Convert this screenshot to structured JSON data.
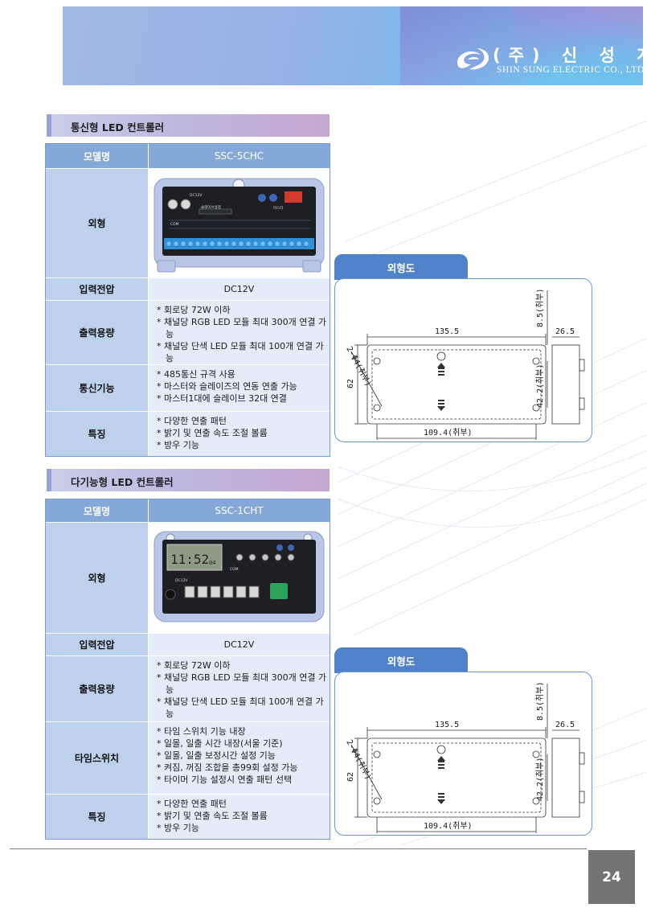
{
  "header": {
    "company_ko": "(주) 신 성 계 전",
    "company_en": "SHIN SUNG ELECTRIC CO., LTD",
    "logo_icon": "ss-logo"
  },
  "sections": [
    {
      "title": "통신형 LED 컨트롤러",
      "rows": {
        "model_label": "모델명",
        "model_value": "SSC-5CHC",
        "appearance_label": "외형",
        "voltage_label": "입력전압",
        "voltage_value": "DC12V",
        "output_label": "출력용량",
        "output_items": [
          "회로당 72W 이하",
          "채널당 RGB LED 모듈 최대 300개 연결 가능",
          "채널당 단색 LED 모듈 최대 100개 연결 가능"
        ],
        "comm_label": "통신기능",
        "comm_items": [
          "485통신 규격 사용",
          "마스터와 슬레이즈의 연동 연출 가능",
          "마스터1대에 슬레이브 32대 연결"
        ],
        "feature_label": "특징",
        "feature_items": [
          "다양한 연출 패턴",
          "밝기 및 연출 속도 조절 볼륨",
          "방우 기능"
        ]
      },
      "device_labels": {
        "model_print": "DC12V",
        "slave_label": "슬레이브설정",
        "master_label": "마스터",
        "com_label": "COM"
      }
    },
    {
      "title": "다기능형 LED 컨트롤러",
      "rows": {
        "model_label": "모델명",
        "model_value": "SSC-1CHT",
        "appearance_label": "외형",
        "voltage_label": "입력전압",
        "voltage_value": "DC12V",
        "output_label": "출력용량",
        "output_items": [
          "회로당 72W 이하",
          "채널당 RGB LED 모듈 최대 300개 연결 가능",
          "채널당 단색 LED 모듈 최대 100개 연결 가능"
        ],
        "timer_label": "타임스위치",
        "timer_items": [
          "타임 스위치 기능 내장",
          "일몰, 일출 시간 내장(서울 기준)",
          "일몰, 일출 보정시간 설정 기능",
          "켜짐, 꺼짐 조합을 총99회 설정 가능",
          "타이머 기능 설정시 연출 패턴 선택"
        ],
        "feature_label": "특징",
        "feature_items": [
          "다양한 연출 패턴",
          "밝기 및 연출 속도 조절 볼륨",
          "방우 기능"
        ]
      },
      "device_labels": {
        "lcd_time": "11:52",
        "lcd_suffix": "04",
        "model_print": "DC12V",
        "com_label": "COM"
      }
    }
  ],
  "outline_drawing": {
    "tab_label": "외형도",
    "dims": {
      "width_top": "135.5",
      "depth": "26.5",
      "height_left": "62",
      "hole_pitch_bottom": "109.4(취부)",
      "hole_pitch_vertical": "42.2(취부)",
      "edge_offset": "8.5(취부)",
      "hole_dia": "2-Φ4(취부)"
    }
  },
  "footer": {
    "page_number": "24"
  }
}
